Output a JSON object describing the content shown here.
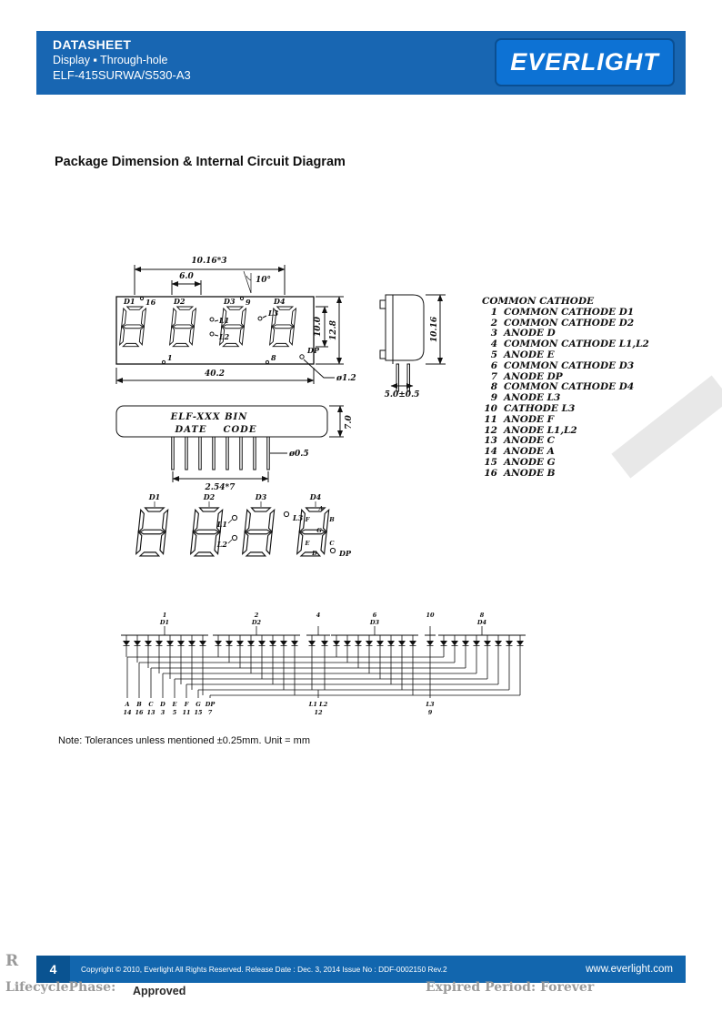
{
  "header": {
    "doc_type": "DATASHEET",
    "subtitle": "Display ▪ Through-hole",
    "part_number": "ELF-415SURWA/S530-A3",
    "logo_text": "EVERLIGHT"
  },
  "section_title": "Package Dimension & Internal Circuit Diagram",
  "package_drawing": {
    "dims": {
      "digit_pitch": "10.16*3",
      "digit_width": "6.0",
      "tilt_angle": "10°",
      "overall_width": "40.2",
      "dp_diameter": "ø1.2",
      "digit_height": "10.0",
      "body_height": "12.8",
      "side_height": "10.16",
      "standoff": "5.0±0.5",
      "back_height": "7.0",
      "pin_pitch": "2.54*7",
      "pin_diameter": "ø0.5"
    },
    "labels": {
      "d1": "D1",
      "d2": "D2",
      "d3": "D3",
      "d4": "D4",
      "l1": "L1",
      "l2": "L2",
      "l3": "L3",
      "dp": "DP",
      "pin16": "16",
      "pin9": "9",
      "pin1": "1",
      "pin8": "8"
    },
    "marking_line1": "ELF-XXX BIN",
    "marking_date": "DATE",
    "marking_code": "CODE"
  },
  "pin_table": {
    "title": "COMMON CATHODE",
    "rows": [
      {
        "no": "1",
        "desc": "COMMON CATHODE D1"
      },
      {
        "no": "2",
        "desc": "COMMON CATHODE D2"
      },
      {
        "no": "3",
        "desc": "ANODE D"
      },
      {
        "no": "4",
        "desc": "COMMON CATHODE L1,L2"
      },
      {
        "no": "5",
        "desc": "ANODE E"
      },
      {
        "no": "6",
        "desc": "COMMON CATHODE D3"
      },
      {
        "no": "7",
        "desc": "ANODE DP"
      },
      {
        "no": "8",
        "desc": "COMMON CATHODE D4"
      },
      {
        "no": "9",
        "desc": "ANODE L3"
      },
      {
        "no": "10",
        "desc": "CATHODE L3"
      },
      {
        "no": "11",
        "desc": "ANODE F"
      },
      {
        "no": "12",
        "desc": "ANODE L1,L2"
      },
      {
        "no": "13",
        "desc": "ANODE C"
      },
      {
        "no": "14",
        "desc": "ANODE A"
      },
      {
        "no": "15",
        "desc": "ANODE G"
      },
      {
        "no": "16",
        "desc": "ANODE B"
      }
    ]
  },
  "front_view": {
    "digits": {
      "d1": "D1",
      "d2": "D2",
      "d3": "D3",
      "d4": "D4"
    },
    "leds": {
      "l1": "L1",
      "l2": "L2",
      "l3": "L3",
      "dp": "DP"
    },
    "segments": {
      "a": "A",
      "b": "B",
      "c": "C",
      "d": "D",
      "e": "E",
      "f": "F",
      "g": "G"
    }
  },
  "circuit": {
    "top_labels": [
      {
        "pin": "1",
        "name": "D1"
      },
      {
        "pin": "2",
        "name": "D2"
      },
      {
        "pin": "4",
        "name": ""
      },
      {
        "pin": "6",
        "name": "D3"
      },
      {
        "pin": "10",
        "name": ""
      },
      {
        "pin": "8",
        "name": "D4"
      }
    ],
    "bottom_labels": [
      {
        "seg": "A",
        "pin": "14"
      },
      {
        "seg": "B",
        "pin": "16"
      },
      {
        "seg": "C",
        "pin": "13"
      },
      {
        "seg": "D",
        "pin": "3"
      },
      {
        "seg": "E",
        "pin": "5"
      },
      {
        "seg": "F",
        "pin": "11"
      },
      {
        "seg": "G",
        "pin": "15"
      },
      {
        "seg": "DP",
        "pin": "7"
      }
    ],
    "l1l2_label": "L1 L2",
    "l1l2_pin": "12",
    "l3_label": "L3",
    "l3_pin": "9"
  },
  "note": "Note: Tolerances unless mentioned ±0.25mm. Unit = mm",
  "footer": {
    "page_number": "4",
    "copyright": "Copyright © 2010, Everlight All Rights Reserved. Release Date : Dec. 3, 2014 Issue No : DDF-0002150 Rev.2",
    "website": "www.everlight.com"
  },
  "stamps": {
    "left_fragment": "R",
    "lifecycle_label": "LifecyclePhase:",
    "lifecycle_value": "Approved",
    "expired_text": "Expired Period: Forever"
  }
}
